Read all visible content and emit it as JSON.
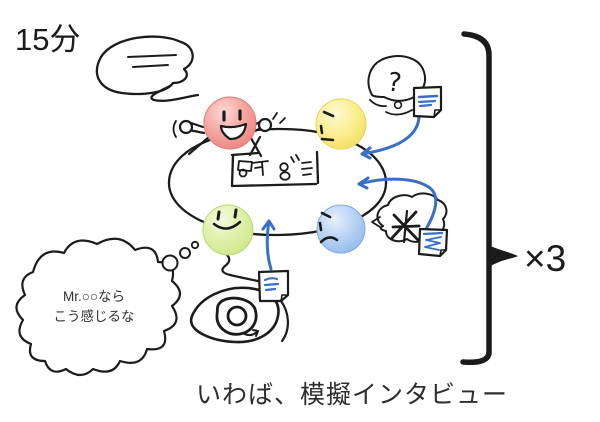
{
  "labels": {
    "duration": "15分",
    "multiplier": "×3",
    "caption": "いわば、模擬インタビュー",
    "question_mark": "?"
  },
  "thought_bubble": {
    "line1": "Mr.○○なら",
    "line2": "こう感じるな"
  },
  "icons": {
    "speech_scribble": "speech-bubble-with-scribbled-lines",
    "microphone": "round-head-microphone",
    "whiteboard_sketch": "storyboard-with-stick-figure",
    "question_bubble": "thought-bubble-with-question-mark",
    "memo_note": "memo-note-with-blue-writing",
    "pass_arrow": "blue-curved-arrow",
    "thought_cloud": "cloud-thought-bubble",
    "eye_sketch": "observing-eye-spiral",
    "asterisk_cloud": "cloud-with-asterisk-scribble",
    "brace": "right-curly-brace"
  },
  "colors": {
    "ink": "#1b1b1b",
    "note-blue": "#3a6fc8",
    "face-red": "#f29a95",
    "face-yellow": "#fbec85",
    "face-green": "#dcefa5",
    "face-blue": "#abcbf1"
  }
}
